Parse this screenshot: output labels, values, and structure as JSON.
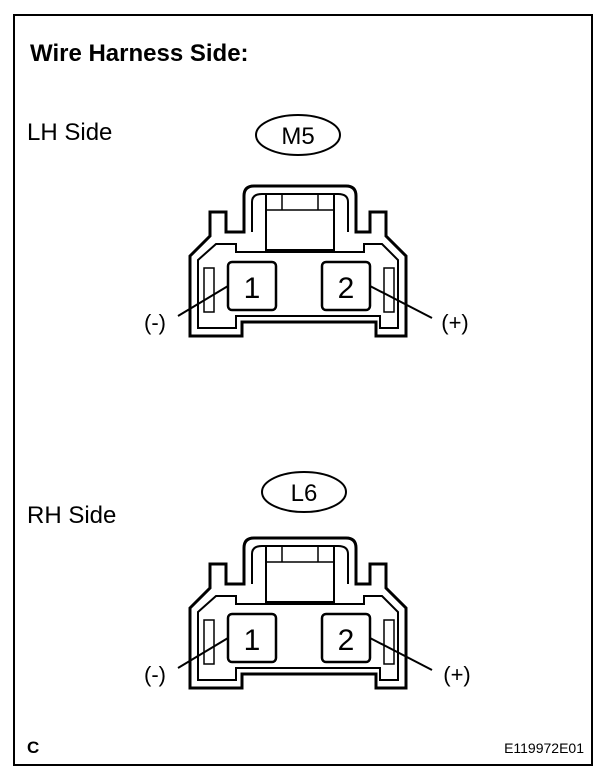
{
  "title": "Wire Harness Side:",
  "connectors": [
    {
      "side_label": "LH Side",
      "connector_id": "M5",
      "pins": [
        {
          "number": "1",
          "polarity": "(-)"
        },
        {
          "number": "2",
          "polarity": "(+)"
        }
      ]
    },
    {
      "side_label": "RH Side",
      "connector_id": "L6",
      "pins": [
        {
          "number": "1",
          "polarity": "(-)"
        },
        {
          "number": "2",
          "polarity": "(+)"
        }
      ]
    }
  ],
  "footer": {
    "corner_letter": "C",
    "figure_code": "E119972E01"
  }
}
